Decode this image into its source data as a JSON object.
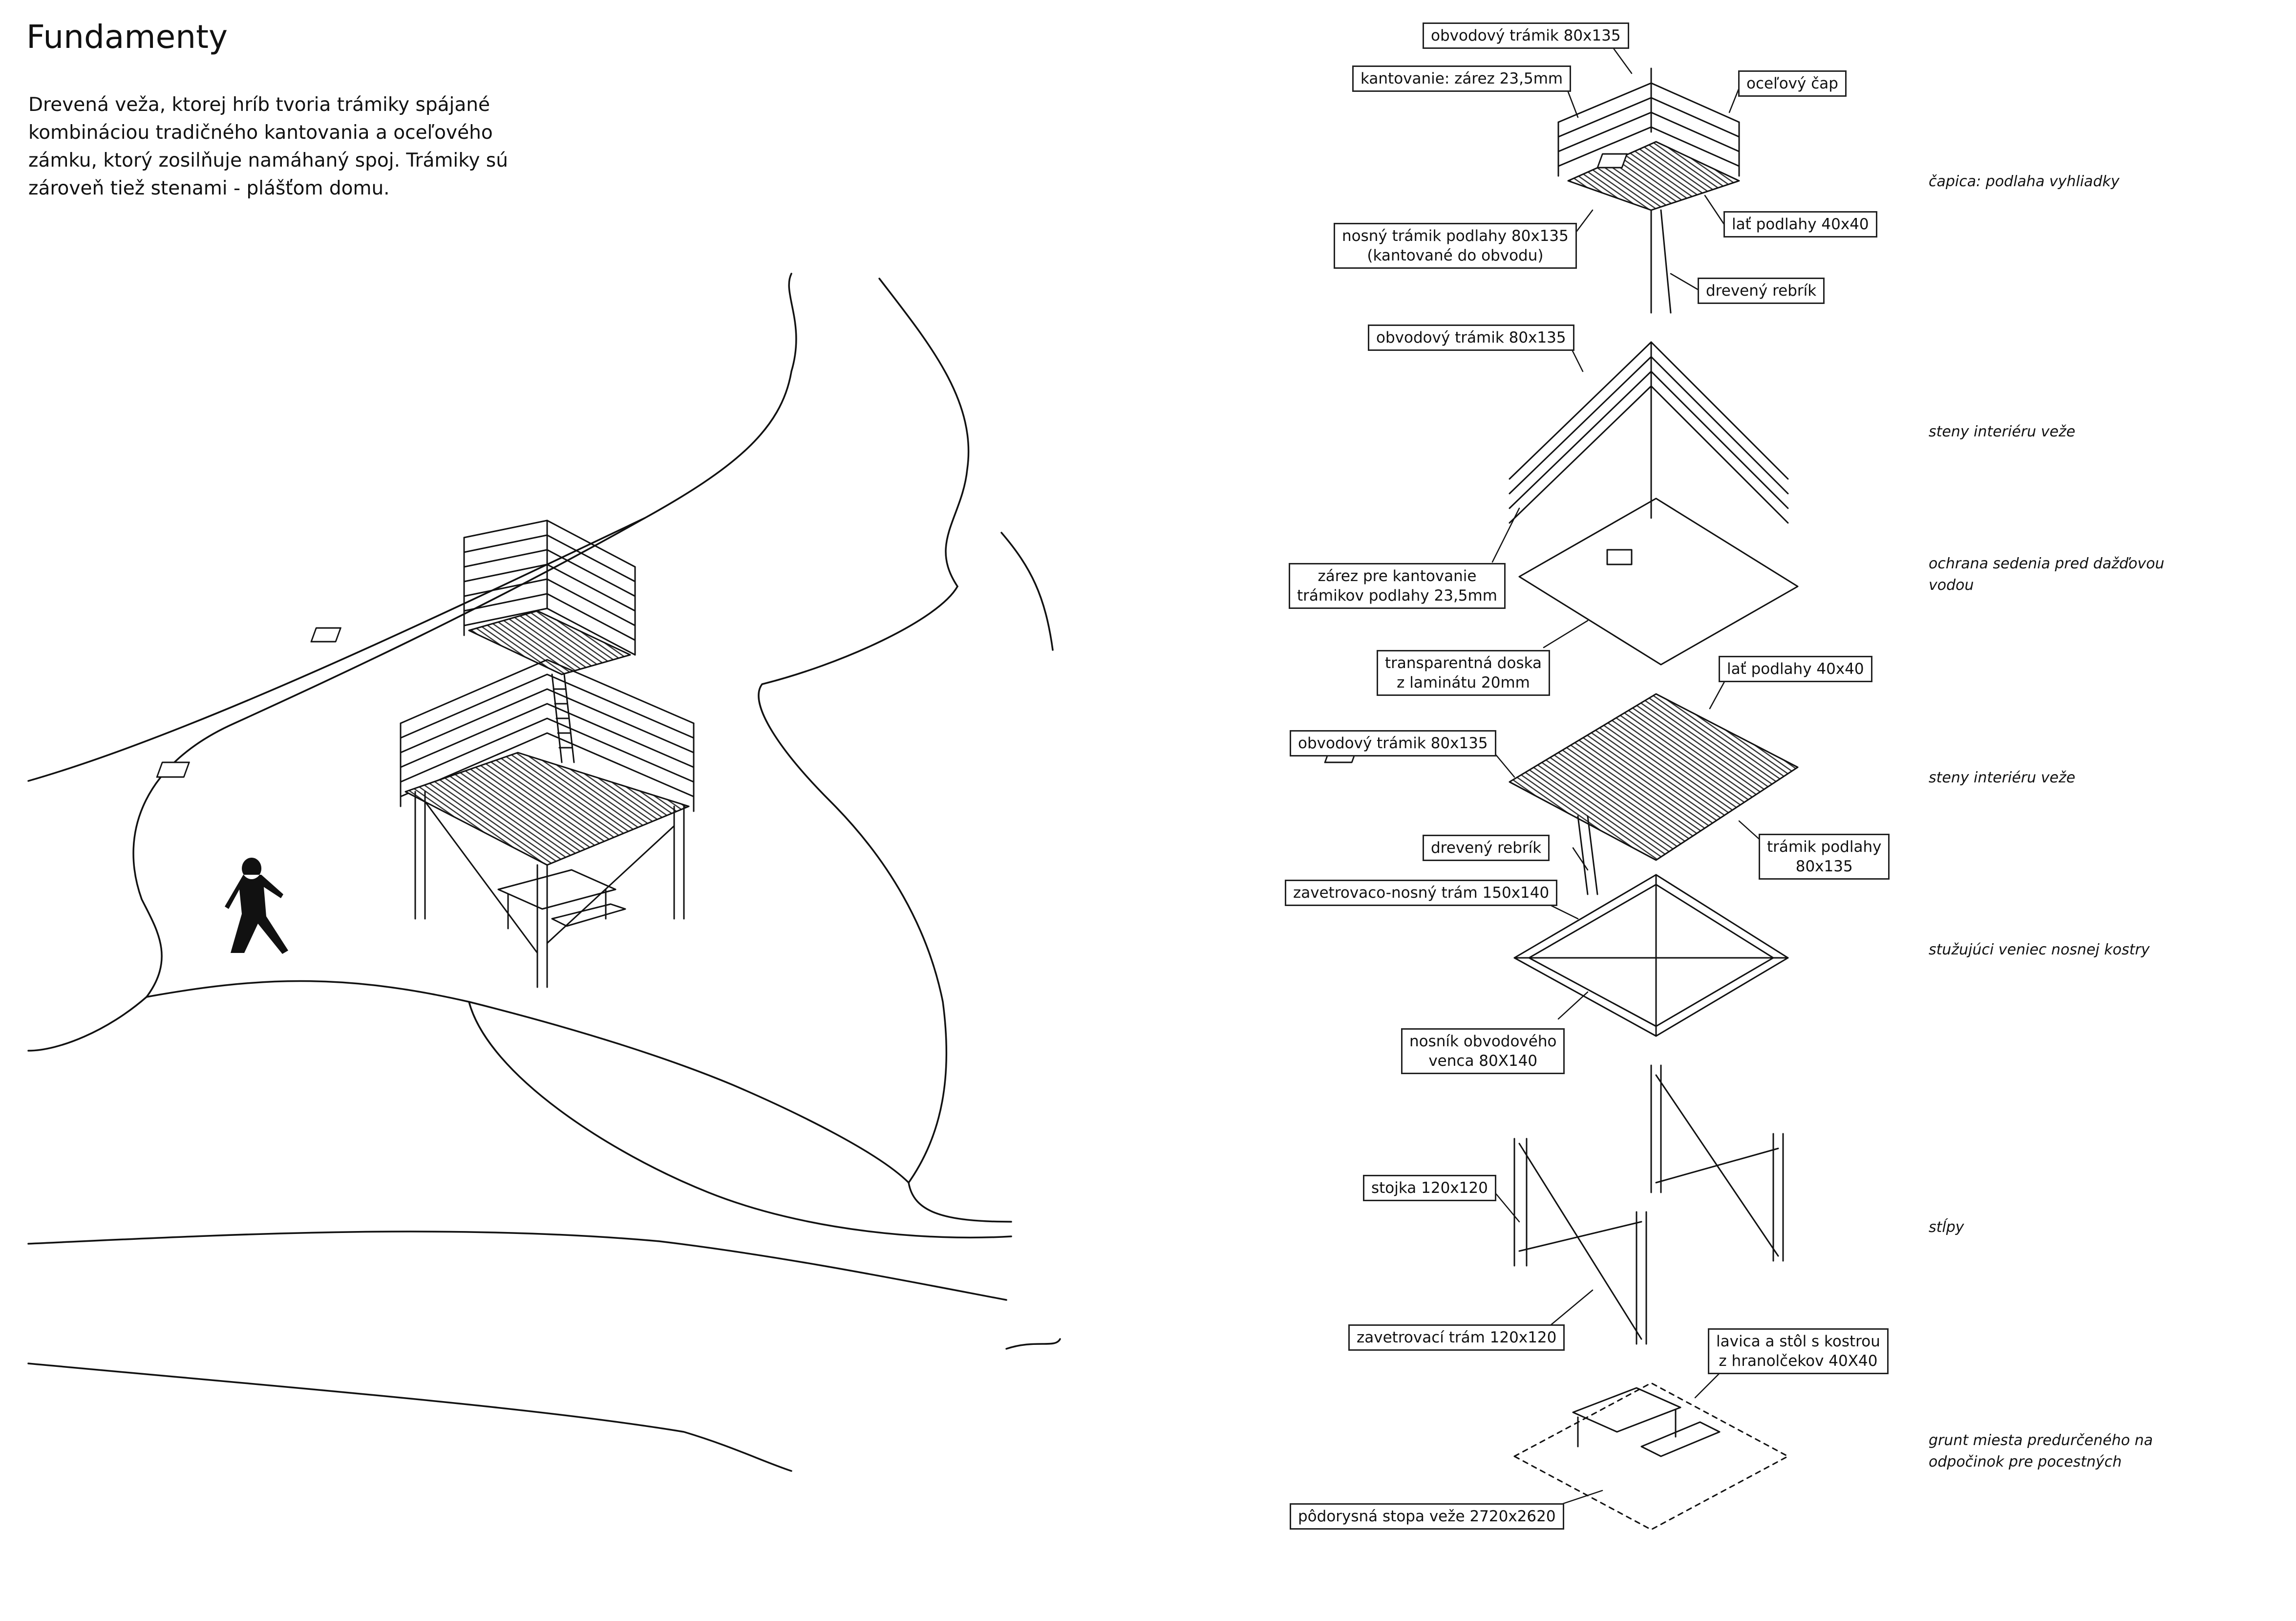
{
  "title": "Fundamenty",
  "intro": "Drevená veža, ktorej hríb tvoria trámiky spájané kombináciou tradičného kantovania a oceľového zámku, ktorý zosilňuje namáhaný spoj. Trámiky sú zároveň tiež stenami - plášťom domu.",
  "labels": {
    "l1": "obvodový trámik 80x135",
    "l2": "kantovanie: zárez 23,5mm",
    "l3": "oceľový čap",
    "l4": [
      "nosný trámik podlahy 80x135",
      "(kantované do obvodu)"
    ],
    "l5": "lať podlahy 40x40",
    "l6": "drevený rebrík",
    "l7": "obvodový trámik 80x135",
    "l8": [
      "zárez pre kantovanie",
      "trámikov podlahy 23,5mm"
    ],
    "l9": [
      "transparentná doska",
      "z laminátu 20mm"
    ],
    "l10": "lať podlahy 40x40",
    "l11": "obvodový trámik 80x135",
    "l12": "drevený rebrík",
    "l13": [
      "trámik podlahy",
      "80x135"
    ],
    "l14": "zavetrovaco-nosný trám 150x140",
    "l15": [
      "nosník obvodového",
      "venca 80X140"
    ],
    "l16": "stojka 120x120",
    "l17": "zavetrovací trám 120x120",
    "l18": [
      "lavica a stôl s kostrou",
      "z hranolčekov 40X40"
    ],
    "l19": "pôdorysná stopa veže 2720x2620"
  },
  "captions": {
    "c1": "čapica: podlaha vyhliadky",
    "c2": "steny interiéru veže",
    "c3": [
      "ochrana sedenia pred dažďovou",
      "vodou"
    ],
    "c4": "steny interiéru veže",
    "c5": "stužujúci veniec nosnej kostry",
    "c6": "stĺpy",
    "c7": [
      "grunt miesta predurčeného na",
      "odpočinok pre pocestných"
    ]
  },
  "colors": {
    "ink": "#111111",
    "floor": "#555555",
    "paper": "#ffffff"
  },
  "icons": {
    "person": "walking-person-silhouette"
  }
}
